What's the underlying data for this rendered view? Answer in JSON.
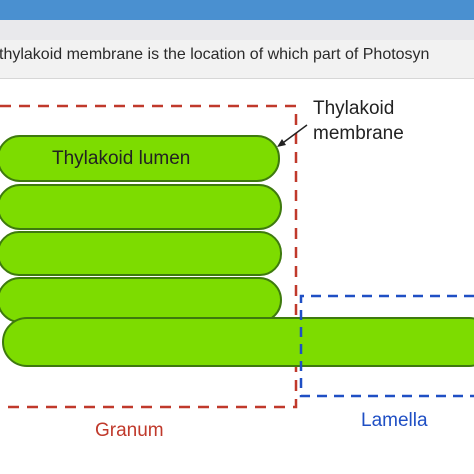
{
  "question": {
    "text": "thylakoid membrane is the location of which part of Photosyn"
  },
  "diagram": {
    "labels": {
      "thylakoid_lumen": "Thylakoid lumen",
      "thylakoid_membrane_line1": "Thylakoid",
      "thylakoid_membrane_line2": "membrane",
      "granum": "Granum",
      "lamella": "Lamella"
    },
    "colors": {
      "thylakoid_fill": "#7ddc00",
      "thylakoid_outline": "#3e7a0e",
      "granum_box": "#c0392b",
      "lamella_box": "#1f4fc4",
      "header_bar": "#4a90d0"
    }
  }
}
